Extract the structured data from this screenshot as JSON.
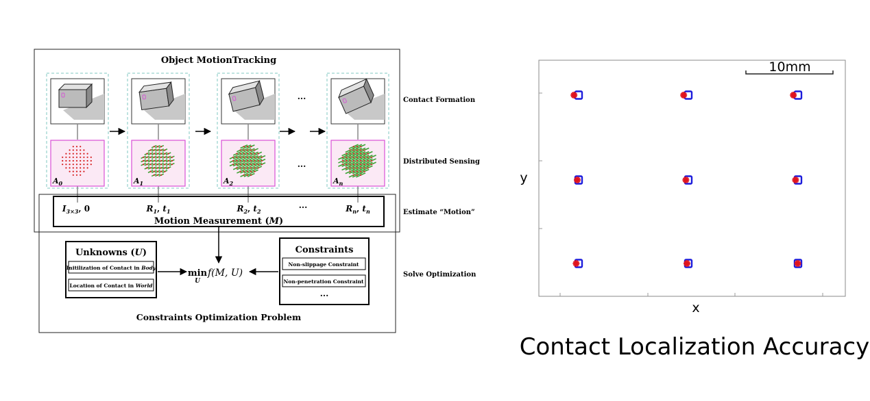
{
  "left_diagram": {
    "title": "Object MotionTracking",
    "frames": [
      {
        "sensing_label": "A",
        "sensing_sub": "0",
        "motion_a": "I",
        "motion_a_sub": "3×3",
        "motion_b": "0",
        "motion_b_sub": ""
      },
      {
        "sensing_label": "A",
        "sensing_sub": "1",
        "motion_a": "R",
        "motion_a_sub": "1",
        "motion_b": "t",
        "motion_b_sub": "1"
      },
      {
        "sensing_label": "A",
        "sensing_sub": "2",
        "motion_a": "R",
        "motion_a_sub": "2",
        "motion_b": "t",
        "motion_b_sub": "2"
      },
      {
        "sensing_label": "A",
        "sensing_sub": "n",
        "motion_a": "R",
        "motion_a_sub": "n",
        "motion_b": "t",
        "motion_b_sub": "n"
      }
    ],
    "ellipsis": "···",
    "motion_measurement": "Motion Measurement (",
    "motion_measurement_var": "M",
    "motion_measurement_close": ")",
    "unknowns_title": "Unknowns (",
    "unknowns_var": "U",
    "unknowns_close": ")",
    "unknowns_items": [
      {
        "text": "Initilization of Contact in ",
        "italic": "Body"
      },
      {
        "text": "Location of Contact in ",
        "italic": "World"
      }
    ],
    "constraints_title": "Constraints",
    "constraints_items": [
      "Non-slippage Constraint",
      "Non-penetration Constraint"
    ],
    "constraints_more": "···",
    "objective_min": "min",
    "objective_sub": "U",
    "objective_expr": "f(M, U)",
    "optimization_caption": "Constraints Optimization Problem",
    "stage_labels": [
      "Contact Formation",
      "Distributed Sensing",
      "Estimate “Motion”",
      "Solve Optimization"
    ]
  },
  "right_plot": {
    "scale_label": "10mm",
    "xlabel": "x",
    "ylabel": "y",
    "caption": "Contact Localization Accuracy"
  },
  "chart_data": {
    "type": "scatter",
    "title": "Contact Localization Accuracy",
    "xlabel": "x",
    "ylabel": "y",
    "grid": false,
    "series": [
      {
        "color": "#1c1cdb",
        "marker": "square",
        "points": [
          [
            0,
            2
          ],
          [
            1,
            2
          ],
          [
            2,
            2
          ],
          [
            0,
            1
          ],
          [
            1,
            1
          ],
          [
            2,
            1
          ],
          [
            0,
            0
          ],
          [
            1,
            0
          ],
          [
            2,
            0
          ]
        ]
      },
      {
        "color": "#e0141e",
        "marker": "star",
        "points": [
          [
            -0.03,
            2
          ],
          [
            0.97,
            2
          ],
          [
            1.97,
            2
          ],
          [
            0,
            1
          ],
          [
            0.99,
            1
          ],
          [
            1.99,
            1
          ],
          [
            -0.01,
            0
          ],
          [
            1,
            0
          ],
          [
            2.01,
            0
          ]
        ]
      }
    ]
  },
  "colors": {
    "dash_frame": "#7fc7c0",
    "sensing_border": "#d94fd6",
    "sensing_fill": "#fbe9f5",
    "dot_red": "#d61f1f",
    "dot_green": "#3aa533",
    "blue_marker": "#1c1cdb",
    "red_marker": "#e0141e"
  }
}
